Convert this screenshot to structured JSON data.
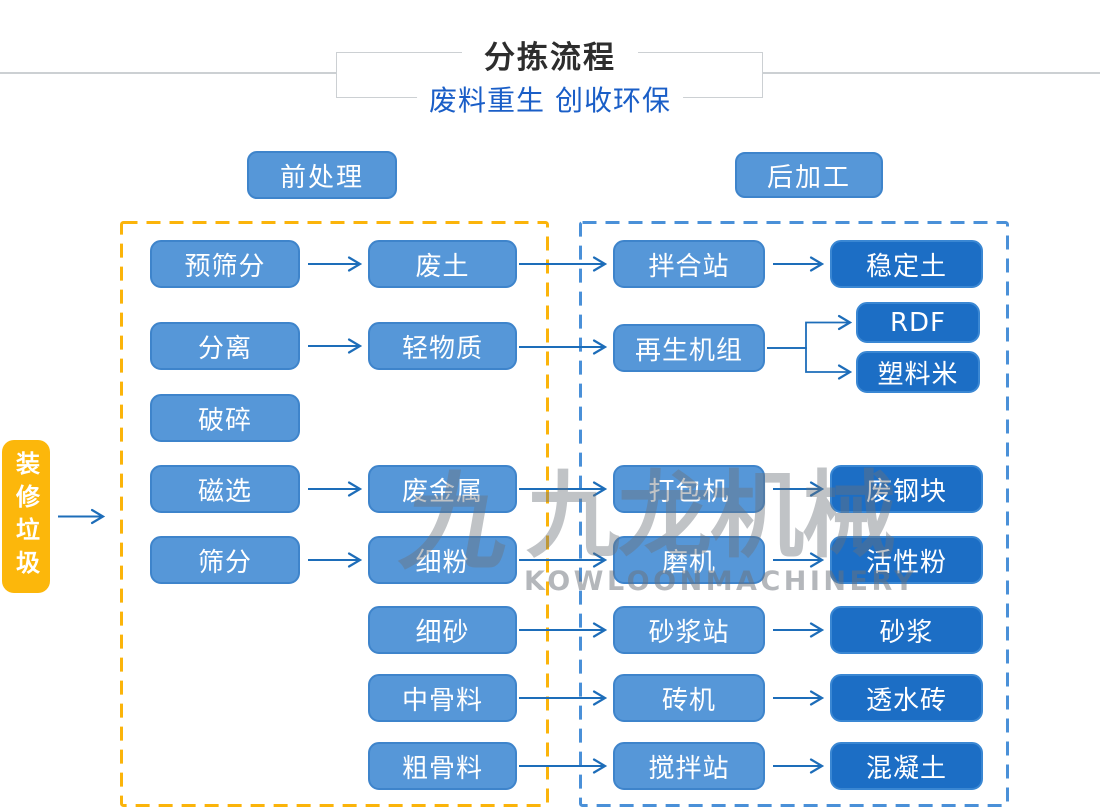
{
  "header": {
    "title": "分拣流程",
    "subtitle": "废料重生 创收环保"
  },
  "sections": {
    "pre": "前处理",
    "post": "后加工"
  },
  "source": {
    "label": "装修垃圾"
  },
  "watermark": {
    "logo": "九",
    "cn": "九龙机械",
    "en": "KOWLOONMACHINERY"
  },
  "colors": {
    "light_box": "#5697d8",
    "light_border": "#3e84cb",
    "dark_box": "#1c6ec5",
    "dark_border": "#3a87d3",
    "yellow": "#fcb70b",
    "dashed_yellow": "#fbb40a",
    "dashed_blue": "#4a90d8",
    "arrow": "#1d6db9",
    "gray_line": "#ccd0d3",
    "title_text": "#2d2d2d",
    "subtitle_text": "#1a5ec7",
    "watermark": "#6c727a"
  },
  "diagram": {
    "nodes": [
      {
        "id": "yxf",
        "label": "预筛分",
        "col": 1,
        "row": 1,
        "tone": "light"
      },
      {
        "id": "fl",
        "label": "分离",
        "col": 1,
        "row": 2,
        "tone": "light"
      },
      {
        "id": "ps",
        "label": "破碎",
        "col": 1,
        "row": 3,
        "tone": "light"
      },
      {
        "id": "cx",
        "label": "磁选",
        "col": 1,
        "row": 4,
        "tone": "light"
      },
      {
        "id": "sf",
        "label": "筛分",
        "col": 1,
        "row": 5,
        "tone": "light"
      },
      {
        "id": "ft",
        "label": "废土",
        "col": 2,
        "row": 1,
        "tone": "light"
      },
      {
        "id": "qwz",
        "label": "轻物质",
        "col": 2,
        "row": 2,
        "tone": "light"
      },
      {
        "id": "fjs",
        "label": "废金属",
        "col": 2,
        "row": 4,
        "tone": "light"
      },
      {
        "id": "xf2",
        "label": "细粉",
        "col": 2,
        "row": 5,
        "tone": "light"
      },
      {
        "id": "xs",
        "label": "细砂",
        "col": 2,
        "row": 6,
        "tone": "light"
      },
      {
        "id": "zgl",
        "label": "中骨料",
        "col": 2,
        "row": 7,
        "tone": "light"
      },
      {
        "id": "cgl",
        "label": "粗骨料",
        "col": 2,
        "row": 8,
        "tone": "light"
      },
      {
        "id": "bhz",
        "label": "拌合站",
        "col": 3,
        "row": 1,
        "tone": "light"
      },
      {
        "id": "zsjz",
        "label": "再生机组",
        "col": 3,
        "row": 2,
        "tone": "light"
      },
      {
        "id": "dbj",
        "label": "打包机",
        "col": 3,
        "row": 4,
        "tone": "light"
      },
      {
        "id": "mj",
        "label": "磨机",
        "col": 3,
        "row": 5,
        "tone": "light"
      },
      {
        "id": "sjz",
        "label": "砂浆站",
        "col": 3,
        "row": 6,
        "tone": "light"
      },
      {
        "id": "zj",
        "label": "砖机",
        "col": 3,
        "row": 7,
        "tone": "light"
      },
      {
        "id": "jbz",
        "label": "搅拌站",
        "col": 3,
        "row": 8,
        "tone": "light"
      },
      {
        "id": "wdt",
        "label": "稳定土",
        "col": 4,
        "row": 1,
        "tone": "dark"
      },
      {
        "id": "rdf",
        "label": "RDF",
        "col": 4,
        "row": 2,
        "tone": "dark"
      },
      {
        "id": "slm",
        "label": "塑料米",
        "col": 4,
        "row": 2,
        "tone": "dark"
      },
      {
        "id": "fgk",
        "label": "废钢块",
        "col": 4,
        "row": 4,
        "tone": "dark"
      },
      {
        "id": "hxf",
        "label": "活性粉",
        "col": 4,
        "row": 5,
        "tone": "dark"
      },
      {
        "id": "sj",
        "label": "砂浆",
        "col": 4,
        "row": 6,
        "tone": "dark"
      },
      {
        "id": "tsz",
        "label": "透水砖",
        "col": 4,
        "row": 7,
        "tone": "dark"
      },
      {
        "id": "hnt",
        "label": "混凝土",
        "col": 4,
        "row": 8,
        "tone": "dark"
      }
    ],
    "edges": [
      [
        "src",
        "@pre"
      ],
      [
        "yxf",
        "ft"
      ],
      [
        "fl",
        "qwz"
      ],
      [
        "cx",
        "fjs"
      ],
      [
        "sf",
        "xf2"
      ],
      [
        "ft",
        "bhz"
      ],
      [
        "qwz",
        "zsjz"
      ],
      [
        "fjs",
        "dbj"
      ],
      [
        "xf2",
        "mj"
      ],
      [
        "xs",
        "sjz"
      ],
      [
        "zgl",
        "zj"
      ],
      [
        "cgl",
        "jbz"
      ],
      [
        "bhz",
        "wdt"
      ],
      [
        "zsjz",
        "rdf"
      ],
      [
        "zsjz",
        "slm"
      ],
      [
        "dbj",
        "fgk"
      ],
      [
        "mj",
        "hxf"
      ],
      [
        "sjz",
        "sj"
      ],
      [
        "zj",
        "tsz"
      ],
      [
        "jbz",
        "hnt"
      ]
    ]
  }
}
